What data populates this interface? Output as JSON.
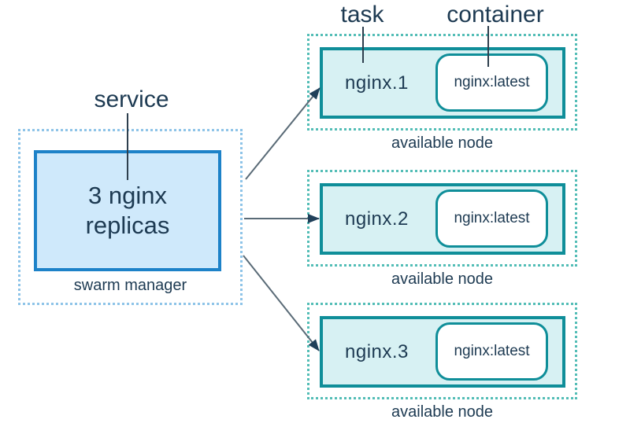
{
  "labels": {
    "service": "service",
    "task": "task",
    "container": "container"
  },
  "manager": {
    "line1": "3 nginx",
    "line2": "replicas",
    "caption": "swarm manager"
  },
  "nodes": [
    {
      "task": "nginx.1",
      "container": "nginx:latest",
      "caption": "available node"
    },
    {
      "task": "nginx.2",
      "container": "nginx:latest",
      "caption": "available node"
    },
    {
      "task": "nginx.3",
      "container": "nginx:latest",
      "caption": "available node"
    }
  ],
  "colors": {
    "text": "#1d3a52",
    "blue_border": "#1d82c8",
    "blue_fill": "#cfe9fb",
    "blue_dotted": "#8ec4e8",
    "teal_border": "#0f8e99",
    "teal_fill": "#d7f1f3",
    "teal_dotted": "#53bdb6",
    "arrow_line": "#5a6b77",
    "arrow_head": "#20405a",
    "pointer_line": "#2e3f4e"
  }
}
